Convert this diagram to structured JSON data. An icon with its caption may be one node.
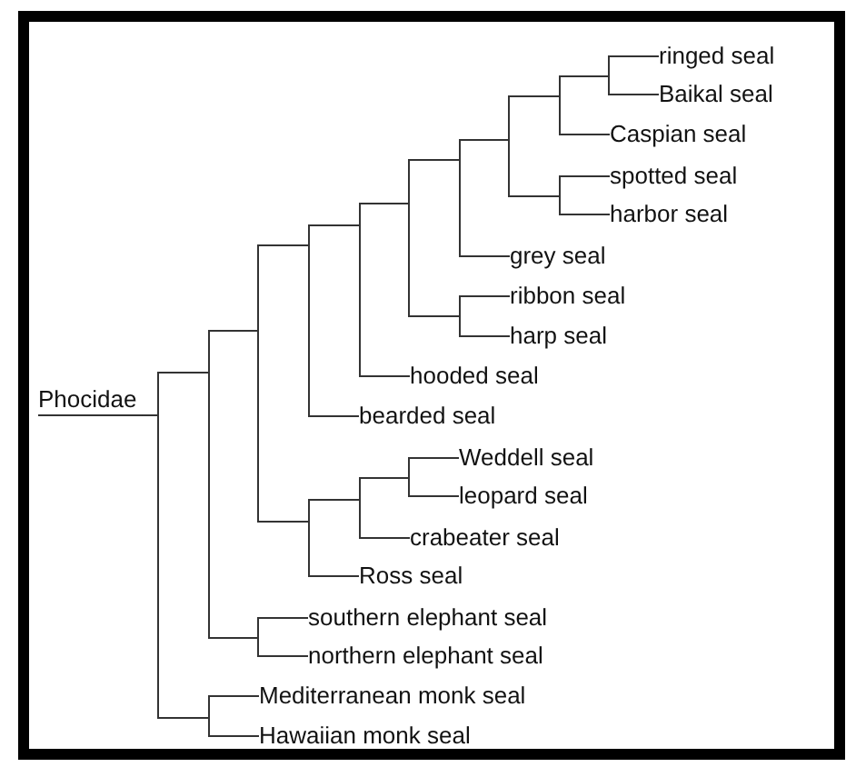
{
  "diagram": {
    "nodes": [
      {
        "text": [
          "Phocidae"
        ]
      },
      {
        "text": [
          "ringed seal"
        ]
      },
      {
        "text": [
          "Baikal seal"
        ]
      },
      {
        "text": [
          "Caspian seal"
        ]
      },
      {
        "text": [
          "spotted seal"
        ]
      },
      {
        "text": [
          "harbor seal"
        ]
      },
      {
        "text": [
          "grey seal"
        ]
      },
      {
        "text": [
          "ribbon seal"
        ]
      },
      {
        "text": [
          "harp seal"
        ]
      },
      {
        "text": [
          "hooded seal"
        ]
      },
      {
        "text": [
          "bearded seal"
        ]
      },
      {
        "text": [
          "Weddell seal"
        ]
      },
      {
        "text": [
          "leopard seal"
        ]
      },
      {
        "text": [
          "crabeater seal"
        ]
      },
      {
        "text": [
          "Ross seal"
        ]
      },
      {
        "text": [
          "southern elephant seal"
        ]
      },
      {
        "text": [
          "northern elephant seal"
        ]
      },
      {
        "text": [
          "Mediterranean monk seal"
        ]
      },
      {
        "text": [
          "Hawaiian monk seal"
        ]
      }
    ],
    "edges": [
      {
        "from": 0,
        "to": 1,
        "arrow": "none"
      },
      {
        "from": 0,
        "to": 2,
        "arrow": "none"
      },
      {
        "from": 0,
        "to": 3,
        "arrow": "none"
      },
      {
        "from": 0,
        "to": 4,
        "arrow": "none"
      },
      {
        "from": 0,
        "to": 5,
        "arrow": "none"
      },
      {
        "from": 0,
        "to": 6,
        "arrow": "none"
      },
      {
        "from": 0,
        "to": 7,
        "arrow": "none"
      },
      {
        "from": 0,
        "to": 8,
        "arrow": "none"
      },
      {
        "from": 0,
        "to": 9,
        "arrow": "none"
      },
      {
        "from": 0,
        "to": 10,
        "arrow": "none"
      },
      {
        "from": 0,
        "to": 11,
        "arrow": "none"
      },
      {
        "from": 0,
        "to": 12,
        "arrow": "none"
      },
      {
        "from": 0,
        "to": 13,
        "arrow": "none"
      },
      {
        "from": 0,
        "to": 14,
        "arrow": "none"
      },
      {
        "from": 0,
        "to": 15,
        "arrow": "none"
      },
      {
        "from": 0,
        "to": 16,
        "arrow": "none"
      },
      {
        "from": 0,
        "to": 17,
        "arrow": "none"
      },
      {
        "from": 0,
        "to": 18,
        "arrow": "none"
      }
    ]
  }
}
